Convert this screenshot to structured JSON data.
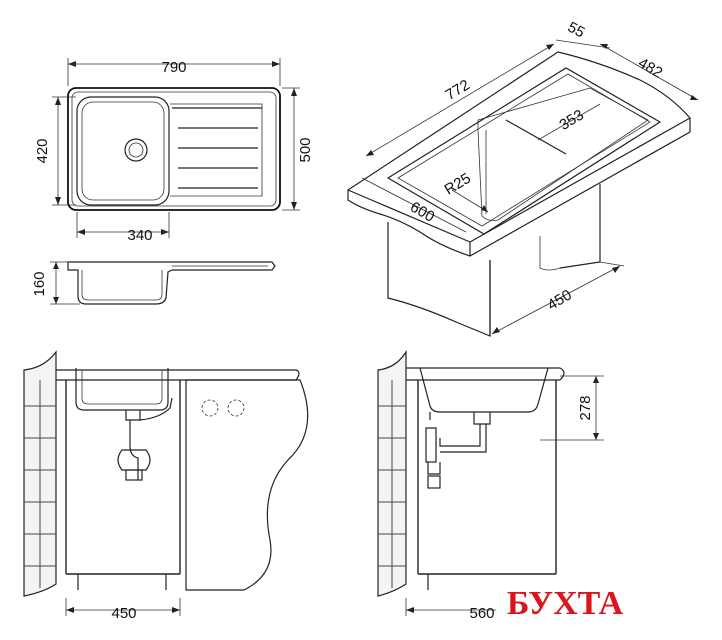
{
  "dimensions": {
    "top_width": "790",
    "top_height_left": "420",
    "top_height_right": "500",
    "bowl_width": "340",
    "depth_side": "160",
    "iso_55": "55",
    "iso_482": "482",
    "iso_772": "772",
    "iso_353": "353",
    "iso_r25": "R25",
    "iso_600": "600",
    "iso_450": "450",
    "front_450": "450",
    "side_278": "278",
    "side_560": "560"
  },
  "logo": {
    "text": "БУХТА",
    "color": "#d9161c"
  }
}
